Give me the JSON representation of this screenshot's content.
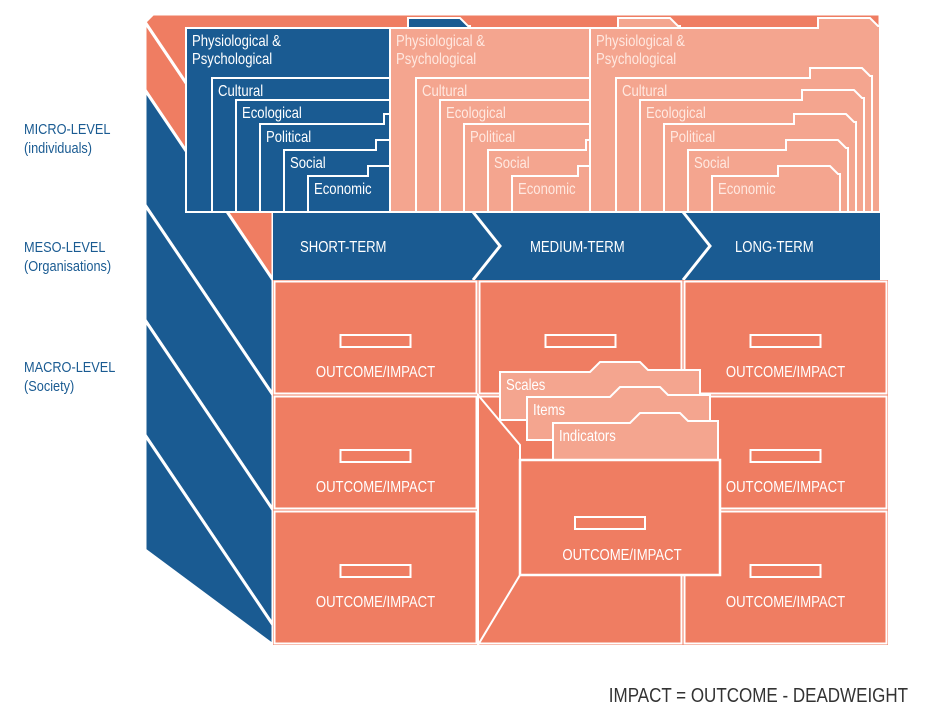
{
  "levels": [
    {
      "title": "MICRO-LEVEL",
      "sub": "(individuals)"
    },
    {
      "title": "MESO-LEVEL",
      "sub": "(Organisations)"
    },
    {
      "title": "MACRO-LEVEL",
      "sub": "(Society)"
    }
  ],
  "dimensions": [
    "Physiological &",
    "Psychological",
    "Cultural",
    "Ecological",
    "Political",
    "Social",
    "Economic"
  ],
  "timeframes": [
    "SHORT-TERM",
    "MEDIUM-TERM",
    "LONG-TERM"
  ],
  "drawer_label": "OUTCOME/IMPACT",
  "open_drawer_tabs": [
    "Scales",
    "Items",
    "Indicators"
  ],
  "formula": "IMPACT = OUTCOME - DEADWEIGHT",
  "colors": {
    "blue": "#1a5b92",
    "salmon": "#ef7d62",
    "light": "#f4a58f",
    "white": "#ffffff"
  }
}
